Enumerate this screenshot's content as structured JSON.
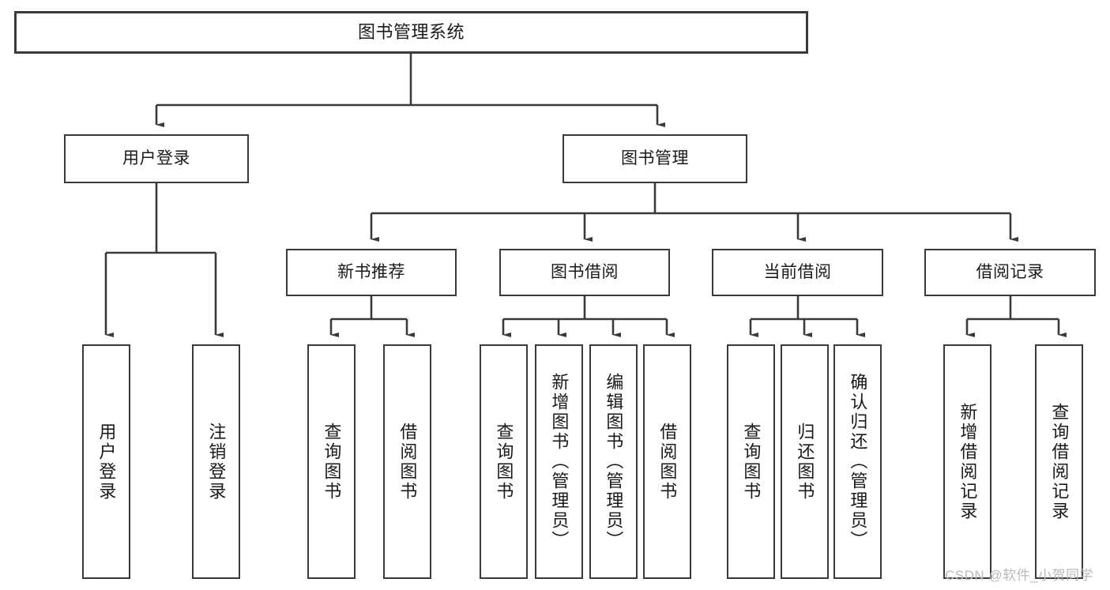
{
  "diagram": {
    "title": "图书管理系统",
    "type": "tree-hierarchy-chart",
    "root": {
      "label": "图书管理系统"
    },
    "level2": [
      {
        "label": "用户登录"
      },
      {
        "label": "图书管理"
      }
    ],
    "level3": [
      {
        "label": "新书推荐"
      },
      {
        "label": "图书借阅"
      },
      {
        "label": "当前借阅"
      },
      {
        "label": "借阅记录"
      }
    ],
    "leaves": [
      {
        "label": "用户登录"
      },
      {
        "label": "注销登录"
      },
      {
        "label": "查询图书"
      },
      {
        "label": "借阅图书"
      },
      {
        "label": "查询图书"
      },
      {
        "label": "新增图书（管理员）"
      },
      {
        "label": "编辑图书（管理员）"
      },
      {
        "label": "借阅图书"
      },
      {
        "label": "查询图书"
      },
      {
        "label": "归还图书"
      },
      {
        "label": "确认归还（管理员）"
      },
      {
        "label": "新增借阅记录"
      },
      {
        "label": "查询借阅记录"
      }
    ],
    "watermark": "CSDN @软件_小贺同学",
    "colors": {
      "stroke": "#3a3a3a",
      "fill": "#ffffff",
      "text": "#1a1a1a",
      "watermark": "#b9b9b9"
    }
  }
}
